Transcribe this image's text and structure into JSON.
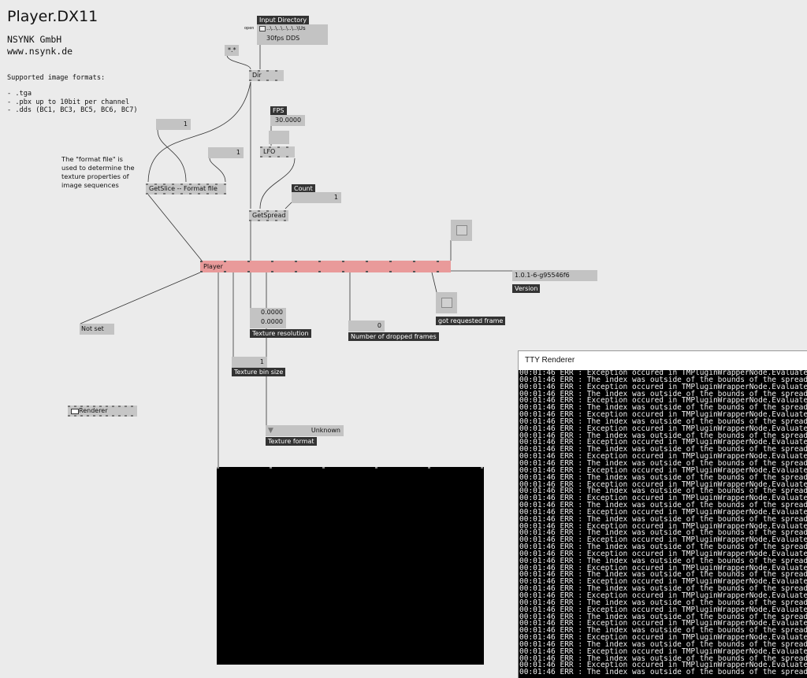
{
  "header": {
    "title": "Player.DX11",
    "company": "NSYNK GmbH",
    "url": "www.nsynk.de",
    "formats_heading": "Supported image formats:",
    "formats": [
      "- .tga",
      "- .pbx up to 10bit per channel",
      "- .dds (BC1, BC3, BC5, BC6, BC7)"
    ],
    "note": "The \"format file\" is\nused to determine the\ntexture properties of\nimage sequences"
  },
  "nodes": {
    "input_directory_label": "Input Directory",
    "open_label": "open",
    "input_directory_path": "..\\..\\..\\..\\..\\..\\Us",
    "input_directory_name": "30fps DDS",
    "mask_value": "*.*",
    "dir_label": "Dir",
    "fps_label": "FPS",
    "fps_value": "30.0000",
    "lfo_label": "LFO",
    "slice_index_value": "1",
    "format_index_value": "1",
    "getslice_label": "GetSlice  --  Format file",
    "count_label": "Count",
    "count_value": "1",
    "getspread_label": "GetSpread",
    "player_label": "Player",
    "version_value": "1.0.1-6-g95546f6",
    "version_label": "Version",
    "got_frame_label": "got requested frame",
    "not_set_value": "Not set",
    "tex_res_x": "0.0000",
    "tex_res_y": "0.0000",
    "tex_res_label": "Texture resolution",
    "dropped_value": "0",
    "dropped_label": "Number of dropped frames",
    "bin_size_value": "1",
    "bin_size_label": "Texture bin size",
    "tex_format_value": "Unknown",
    "tex_format_label": "Texture format",
    "renderer_label": "Renderer"
  },
  "tty": {
    "title": "TTY Renderer",
    "lines": [
      "00:01:46 ERR : Exception occured in TMPluginWrapperNode.Evaluate",
      "00:01:46 ERR : The index was outside of the bounds of the spread.",
      "00:01:46 ERR : Exception occured in TMPluginWrapperNode.Evaluate",
      "00:01:46 ERR : The index was outside of the bounds of the spread.",
      "00:01:46 ERR : Exception occured in TMPluginWrapperNode.Evaluate",
      "00:01:46 ERR : The index was outside of the bounds of the spread.",
      "00:01:46 ERR : Exception occured in TMPluginWrapperNode.Evaluate",
      "00:01:46 ERR : The index was outside of the bounds of the spread.",
      "00:01:46 ERR : Exception occured in TMPluginWrapperNode.Evaluate",
      "00:01:46 ERR : The index was outside of the bounds of the spread.",
      "00:01:46 ERR : Exception occured in TMPluginWrapperNode.Evaluate",
      "00:01:46 ERR : The index was outside of the bounds of the spread.",
      "00:01:46 ERR : Exception occured in TMPluginWrapperNode.Evaluate",
      "00:01:46 ERR : The index was outside of the bounds of the spread.",
      "00:01:46 ERR : Exception occured in TMPluginWrapperNode.Evaluate",
      "00:01:46 ERR : The index was outside of the bounds of the spread.",
      "00:01:46 ERR : Exception occured in TMPluginWrapperNode.Evaluate",
      "00:01:46 ERR : The index was outside of the bounds of the spread.",
      "00:01:46 ERR : Exception occured in TMPluginWrapperNode.Evaluate",
      "00:01:46 ERR : The index was outside of the bounds of the spread.",
      "00:01:46 ERR : Exception occured in TMPluginWrapperNode.Evaluate",
      "00:01:46 ERR : The index was outside of the bounds of the spread.",
      "00:01:46 ERR : Exception occured in TMPluginWrapperNode.Evaluate",
      "00:01:46 ERR : The index was outside of the bounds of the spread.",
      "00:01:46 ERR : Exception occured in TMPluginWrapperNode.Evaluate",
      "00:01:46 ERR : The index was outside of the bounds of the spread.",
      "00:01:46 ERR : Exception occured in TMPluginWrapperNode.Evaluate",
      "00:01:46 ERR : The index was outside of the bounds of the spread.",
      "00:01:46 ERR : Exception occured in TMPluginWrapperNode.Evaluate",
      "00:01:46 ERR : The index was outside of the bounds of the spread.",
      "00:01:46 ERR : Exception occured in TMPluginWrapperNode.Evaluate",
      "00:01:46 ERR : The index was outside of the bounds of the spread.",
      "00:01:46 ERR : Exception occured in TMPluginWrapperNode.Evaluate",
      "00:01:46 ERR : The index was outside of the bounds of the spread.",
      "00:01:46 ERR : Exception occured in TMPluginWrapperNode.Evaluate",
      "00:01:46 ERR : The index was outside of the bounds of the spread.",
      "00:01:46 ERR : Exception occured in TMPluginWrapperNode.Evaluate",
      "00:01:46 ERR : The index was outside of the bounds of the spread.",
      "00:01:46 ERR : Exception occured in TMPluginWrapperNode.Evaluate",
      "00:01:46 ERR : The index was outside of the bounds of the spread.",
      "00:01:46 ERR : Exception occured in TMPluginWrapperNode.Evaluate",
      "00:01:46 ERR : The index was outside of the bounds of the spread.",
      "00:01:46 ERR : Exception occured in TMPluginWrapperNode.Evaluate",
      "00:01:46 ERR : The index was outside of the bounds of the spread."
    ]
  }
}
